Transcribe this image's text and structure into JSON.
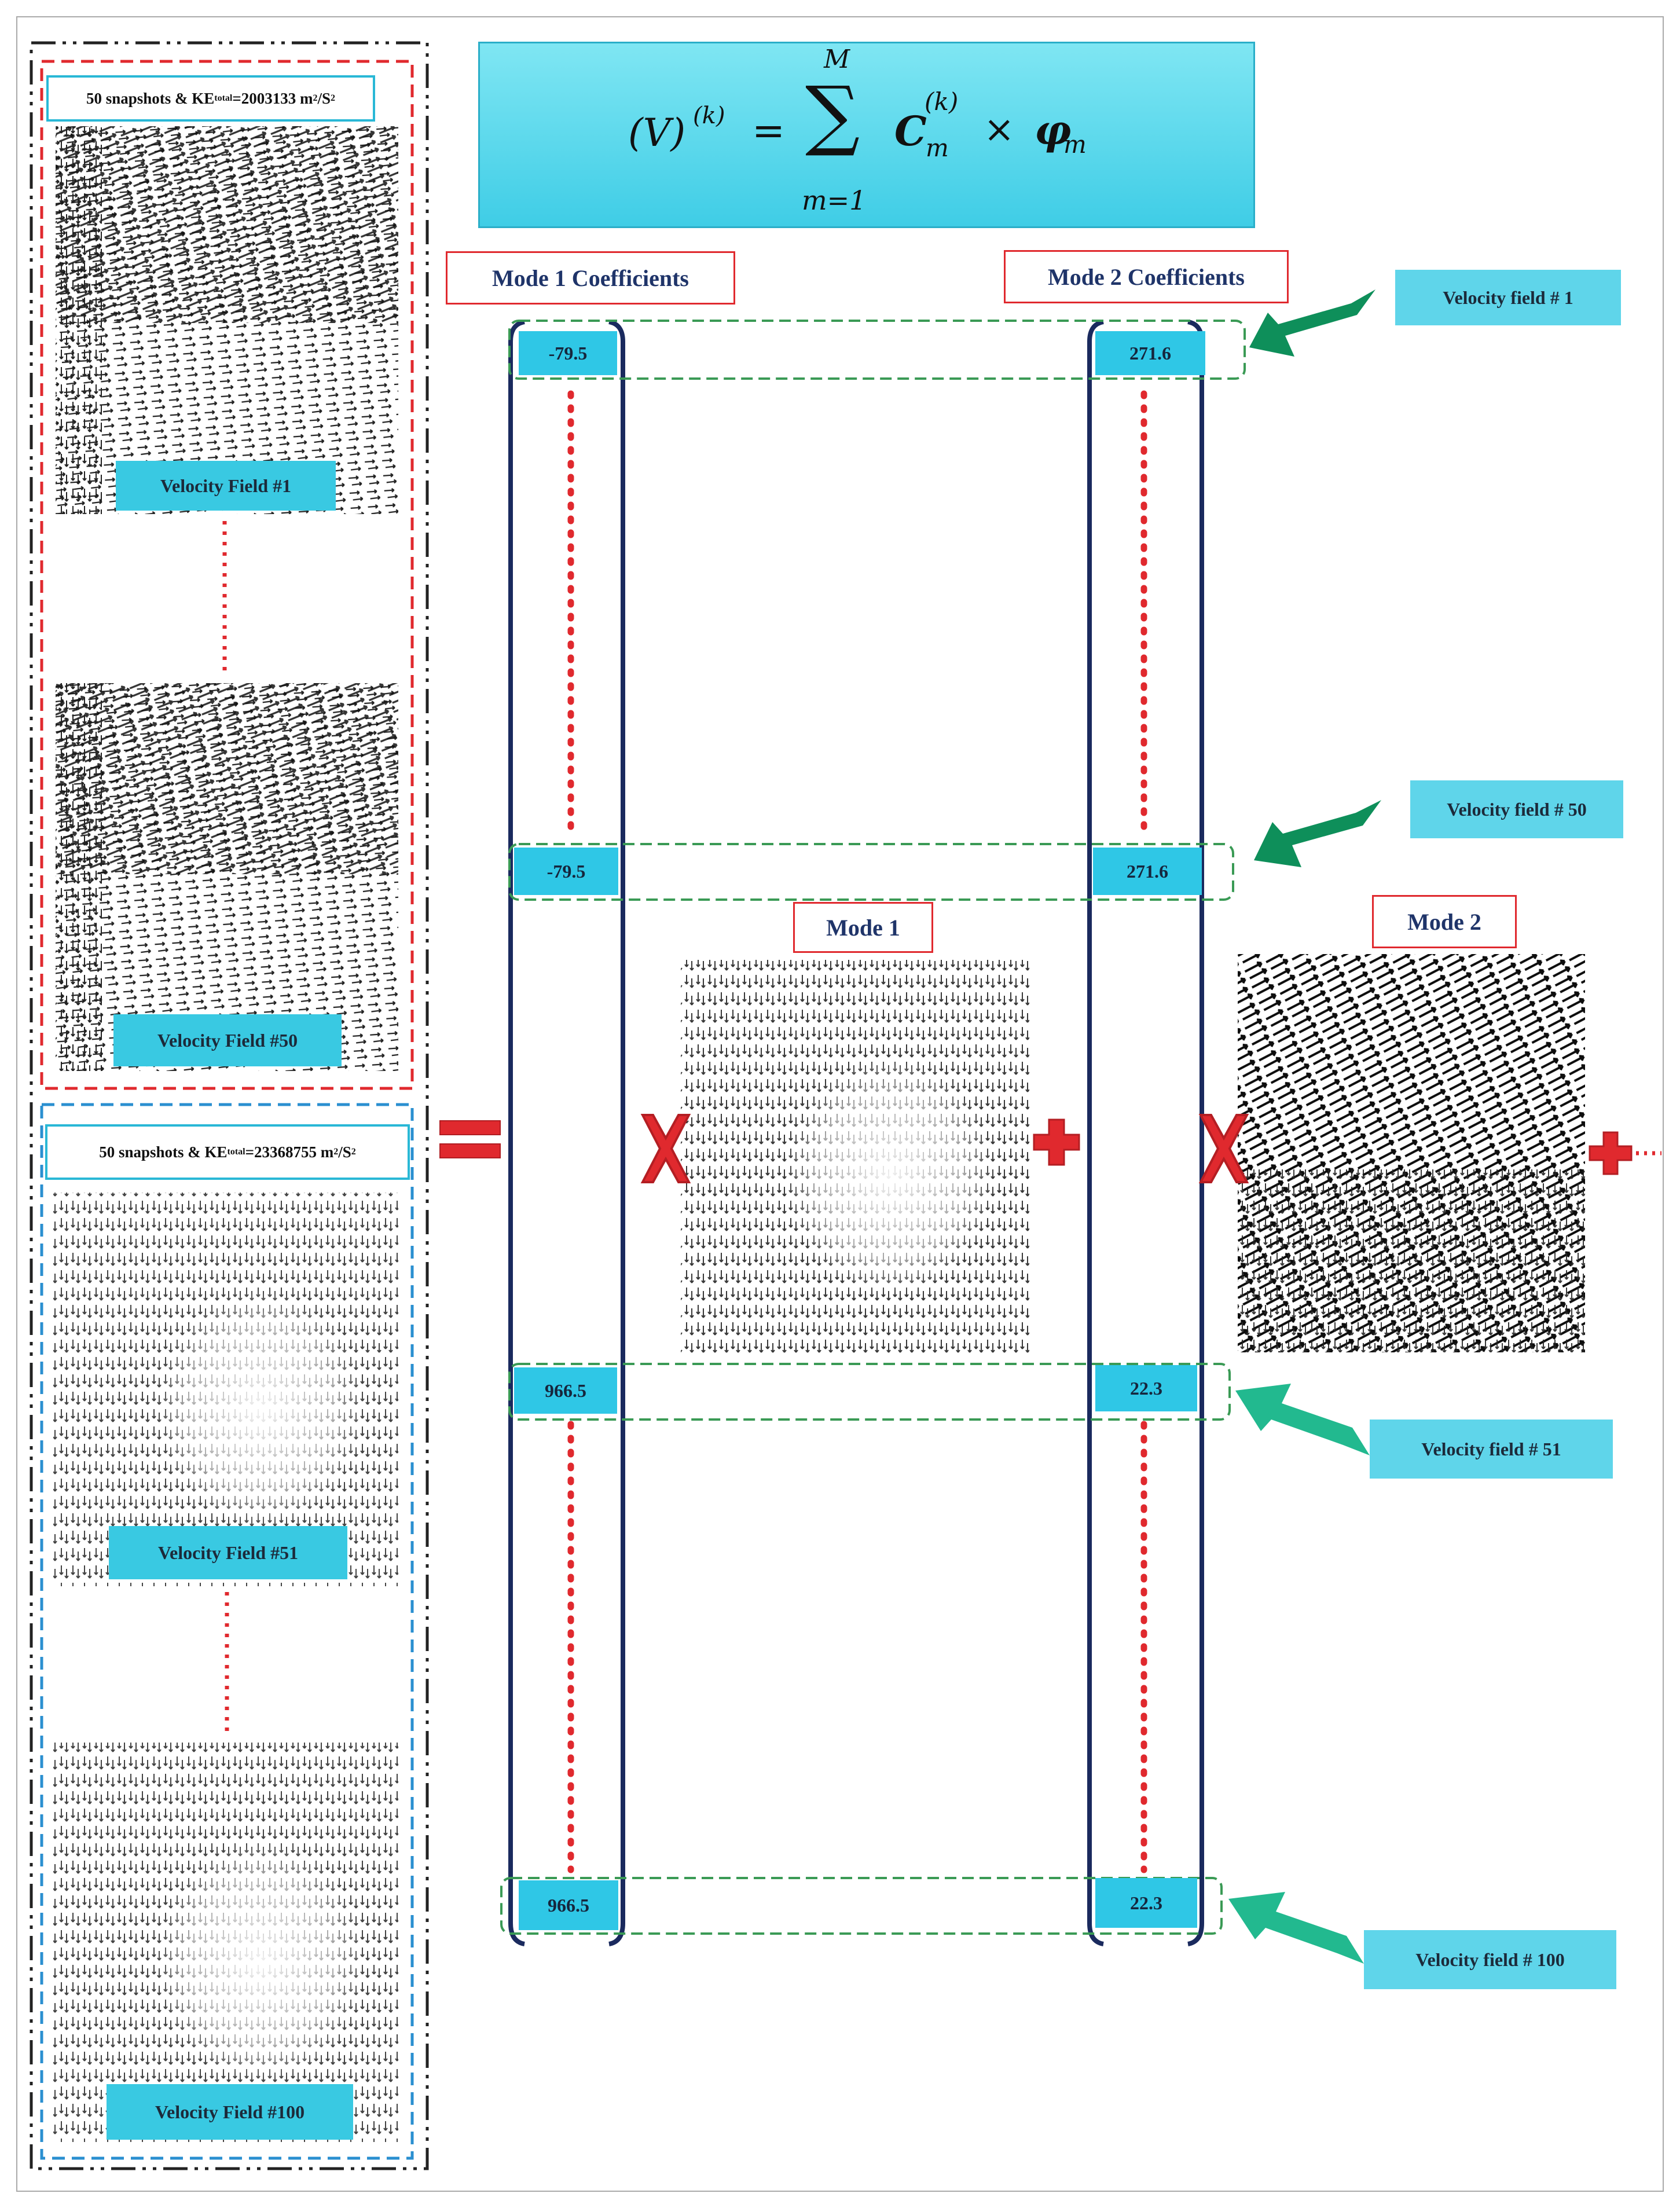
{
  "formula": {
    "lhs": "(V)",
    "lhs_sup": "(k)",
    "equals": "=",
    "sum_symbol": "∑",
    "sum_upper": "M",
    "sum_lower": "m=1",
    "coef": "C",
    "coef_sup": "(k)",
    "coef_sub": "m",
    "times": "×",
    "phi": "φ",
    "phi_sub": "m"
  },
  "group1": {
    "header": "50 snapshots & KE",
    "header_sub": "total",
    "header_value": "=2003133 m",
    "header_sup1": "2",
    "header_unit": "/S",
    "header_sup2": "2",
    "first_label": "Velocity Field #1",
    "last_label": "Velocity Field #50"
  },
  "group2": {
    "header": "50 snapshots & KE",
    "header_sub": "total",
    "header_value": "=23368755 m",
    "header_sup1": "2",
    "header_unit": "/S",
    "header_sup2": "2",
    "first_label": "Velocity Field #51",
    "last_label": "Velocity Field #100"
  },
  "columns": {
    "mode1_label": "Mode 1 Coefficients",
    "mode2_label": "Mode 2 Coefficients"
  },
  "rows": [
    {
      "mode1": "-79.5",
      "mode2": "271.6",
      "field": "Velocity field # 1"
    },
    {
      "mode1": "-79.5",
      "mode2": "271.6",
      "field": "Velocity field # 50"
    },
    {
      "mode1": "966.5",
      "mode2": "22.3",
      "field": "Velocity field # 51"
    },
    {
      "mode1": "966.5",
      "mode2": "22.3",
      "field": "Velocity field # 100"
    }
  ],
  "modes": {
    "mode1": "Mode 1",
    "mode2": "Mode 2"
  },
  "colors": {
    "cyan": "#39c9e2",
    "red_dash": "#e0292e",
    "blue_dash": "#2a8fd0",
    "navy_bracket": "#1a2a5e",
    "green_dash": "#3a9a55",
    "arrow_dark": "#0e8f5a",
    "arrow_light": "#22b98f",
    "operator_red": "#e0292e"
  },
  "icons": {
    "equals": "equals-icon",
    "times": "times-icon",
    "plus": "plus-icon",
    "arrow": "arrow-icon"
  }
}
